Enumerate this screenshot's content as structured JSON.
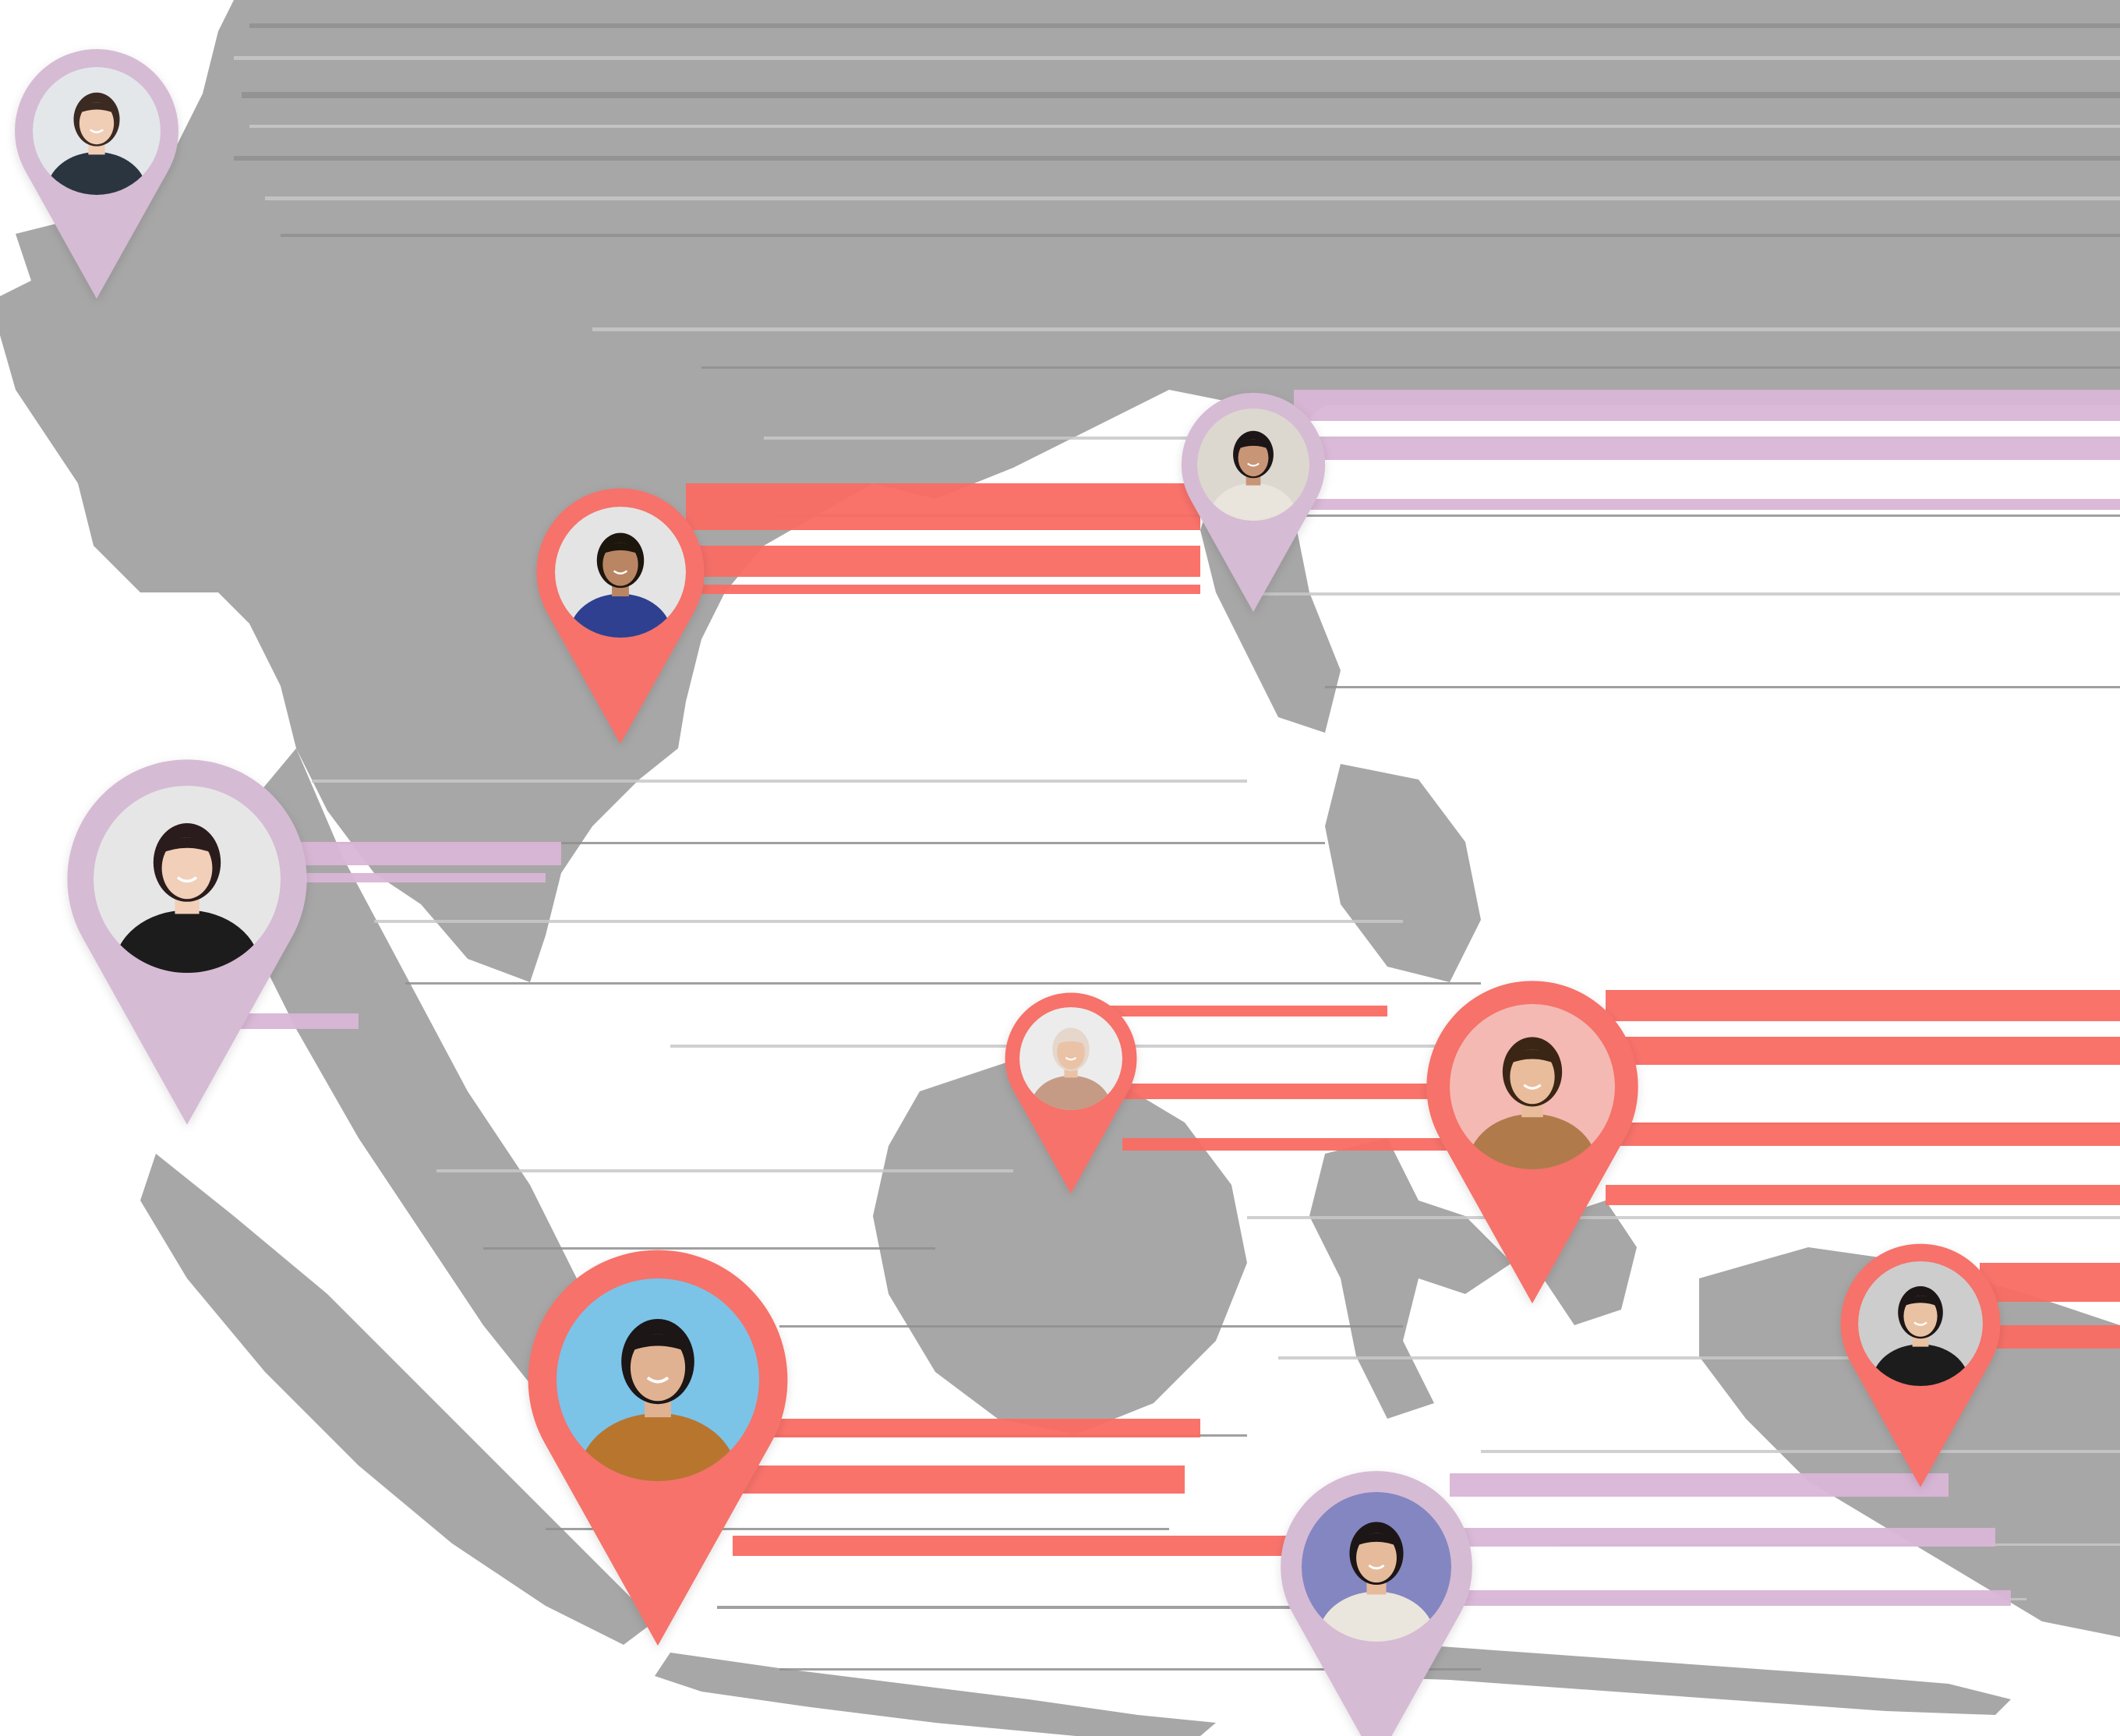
{
  "map": {
    "land_color": "#a7a7a7",
    "land_shadow_color": "#9a9a9a",
    "background_color": "#ffffff",
    "streak_light_color": "#c8c8c8",
    "streak_dark_color": "#8f8f8f"
  },
  "pin_colors": {
    "lavender": "#d6bbd4",
    "coral": "#f6726a",
    "coral_streak": "#f96b63",
    "lavender_streak": "#d9b5d6"
  },
  "pins": [
    {
      "name": "woman-teal-blouse",
      "color": "lavender",
      "photo_bg": "#e3e7ea",
      "skin": "#f0cdb5",
      "hair": "#3a2a22",
      "shirt": "#2c3640"
    },
    {
      "name": "man-blue-polo",
      "color": "coral",
      "photo_bg": "#e4e4e4",
      "skin": "#b98564",
      "hair": "#1c1410",
      "shirt": "#2d3f8f"
    },
    {
      "name": "woman-curly-hair",
      "color": "lavender",
      "photo_bg": "#dcd8cf",
      "skin": "#c99577",
      "hair": "#1a1412",
      "shirt": "#e9e4dc"
    },
    {
      "name": "woman-black-blazer",
      "color": "lavender",
      "photo_bg": "#e6e6e6",
      "skin": "#f1cfb8",
      "hair": "#2a1f1a",
      "shirt": "#1c1c1e"
    },
    {
      "name": "woman-hijab",
      "color": "coral",
      "photo_bg": "#ececec",
      "skin": "#eac2a6",
      "hair": "#e5d7cc",
      "shirt": "#c59b85"
    },
    {
      "name": "woman-brown-top",
      "color": "coral",
      "photo_bg": "#f4b9b3",
      "skin": "#e9bd9c",
      "hair": "#3a2619",
      "shirt": "#b07a4c"
    },
    {
      "name": "woman-black-top",
      "color": "coral",
      "photo_bg": "#cdcdcd",
      "skin": "#e8c2a3",
      "hair": "#1e1712",
      "shirt": "#1a1a1a"
    },
    {
      "name": "man-mustard-jacket",
      "color": "coral",
      "photo_bg": "#7cc3e8",
      "skin": "#e0b292",
      "hair": "#1b1512",
      "shirt": "#b8752f"
    },
    {
      "name": "man-white-blazer",
      "color": "lavender",
      "photo_bg": "#8486c2",
      "skin": "#e6bb9b",
      "hair": "#1d1714",
      "shirt": "#ebe6dd"
    }
  ]
}
